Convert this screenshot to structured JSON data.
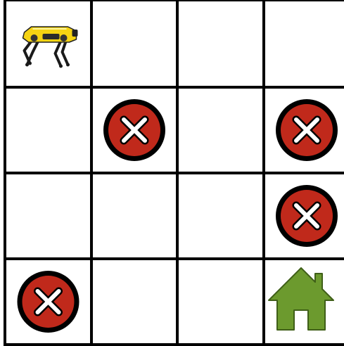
{
  "grid": {
    "rows": 4,
    "cols": 4
  },
  "agent": {
    "icon": "robot-dog-icon",
    "row": 0,
    "col": 0,
    "body_color": "#f5d312",
    "leg_color": "#1a1a1a"
  },
  "hazards": [
    {
      "icon": "x-circle-icon",
      "row": 1,
      "col": 1
    },
    {
      "icon": "x-circle-icon",
      "row": 1,
      "col": 3
    },
    {
      "icon": "x-circle-icon",
      "row": 2,
      "col": 3
    },
    {
      "icon": "x-circle-icon",
      "row": 3,
      "col": 0
    }
  ],
  "goal": {
    "icon": "house-icon",
    "row": 3,
    "col": 3,
    "color": "#6c9a2e"
  },
  "colors": {
    "hazard_fill": "#c0291b",
    "hazard_ring": "#000000",
    "hazard_x": "#ffffff",
    "grid_line": "#000000",
    "cell_bg": "#ffffff"
  }
}
